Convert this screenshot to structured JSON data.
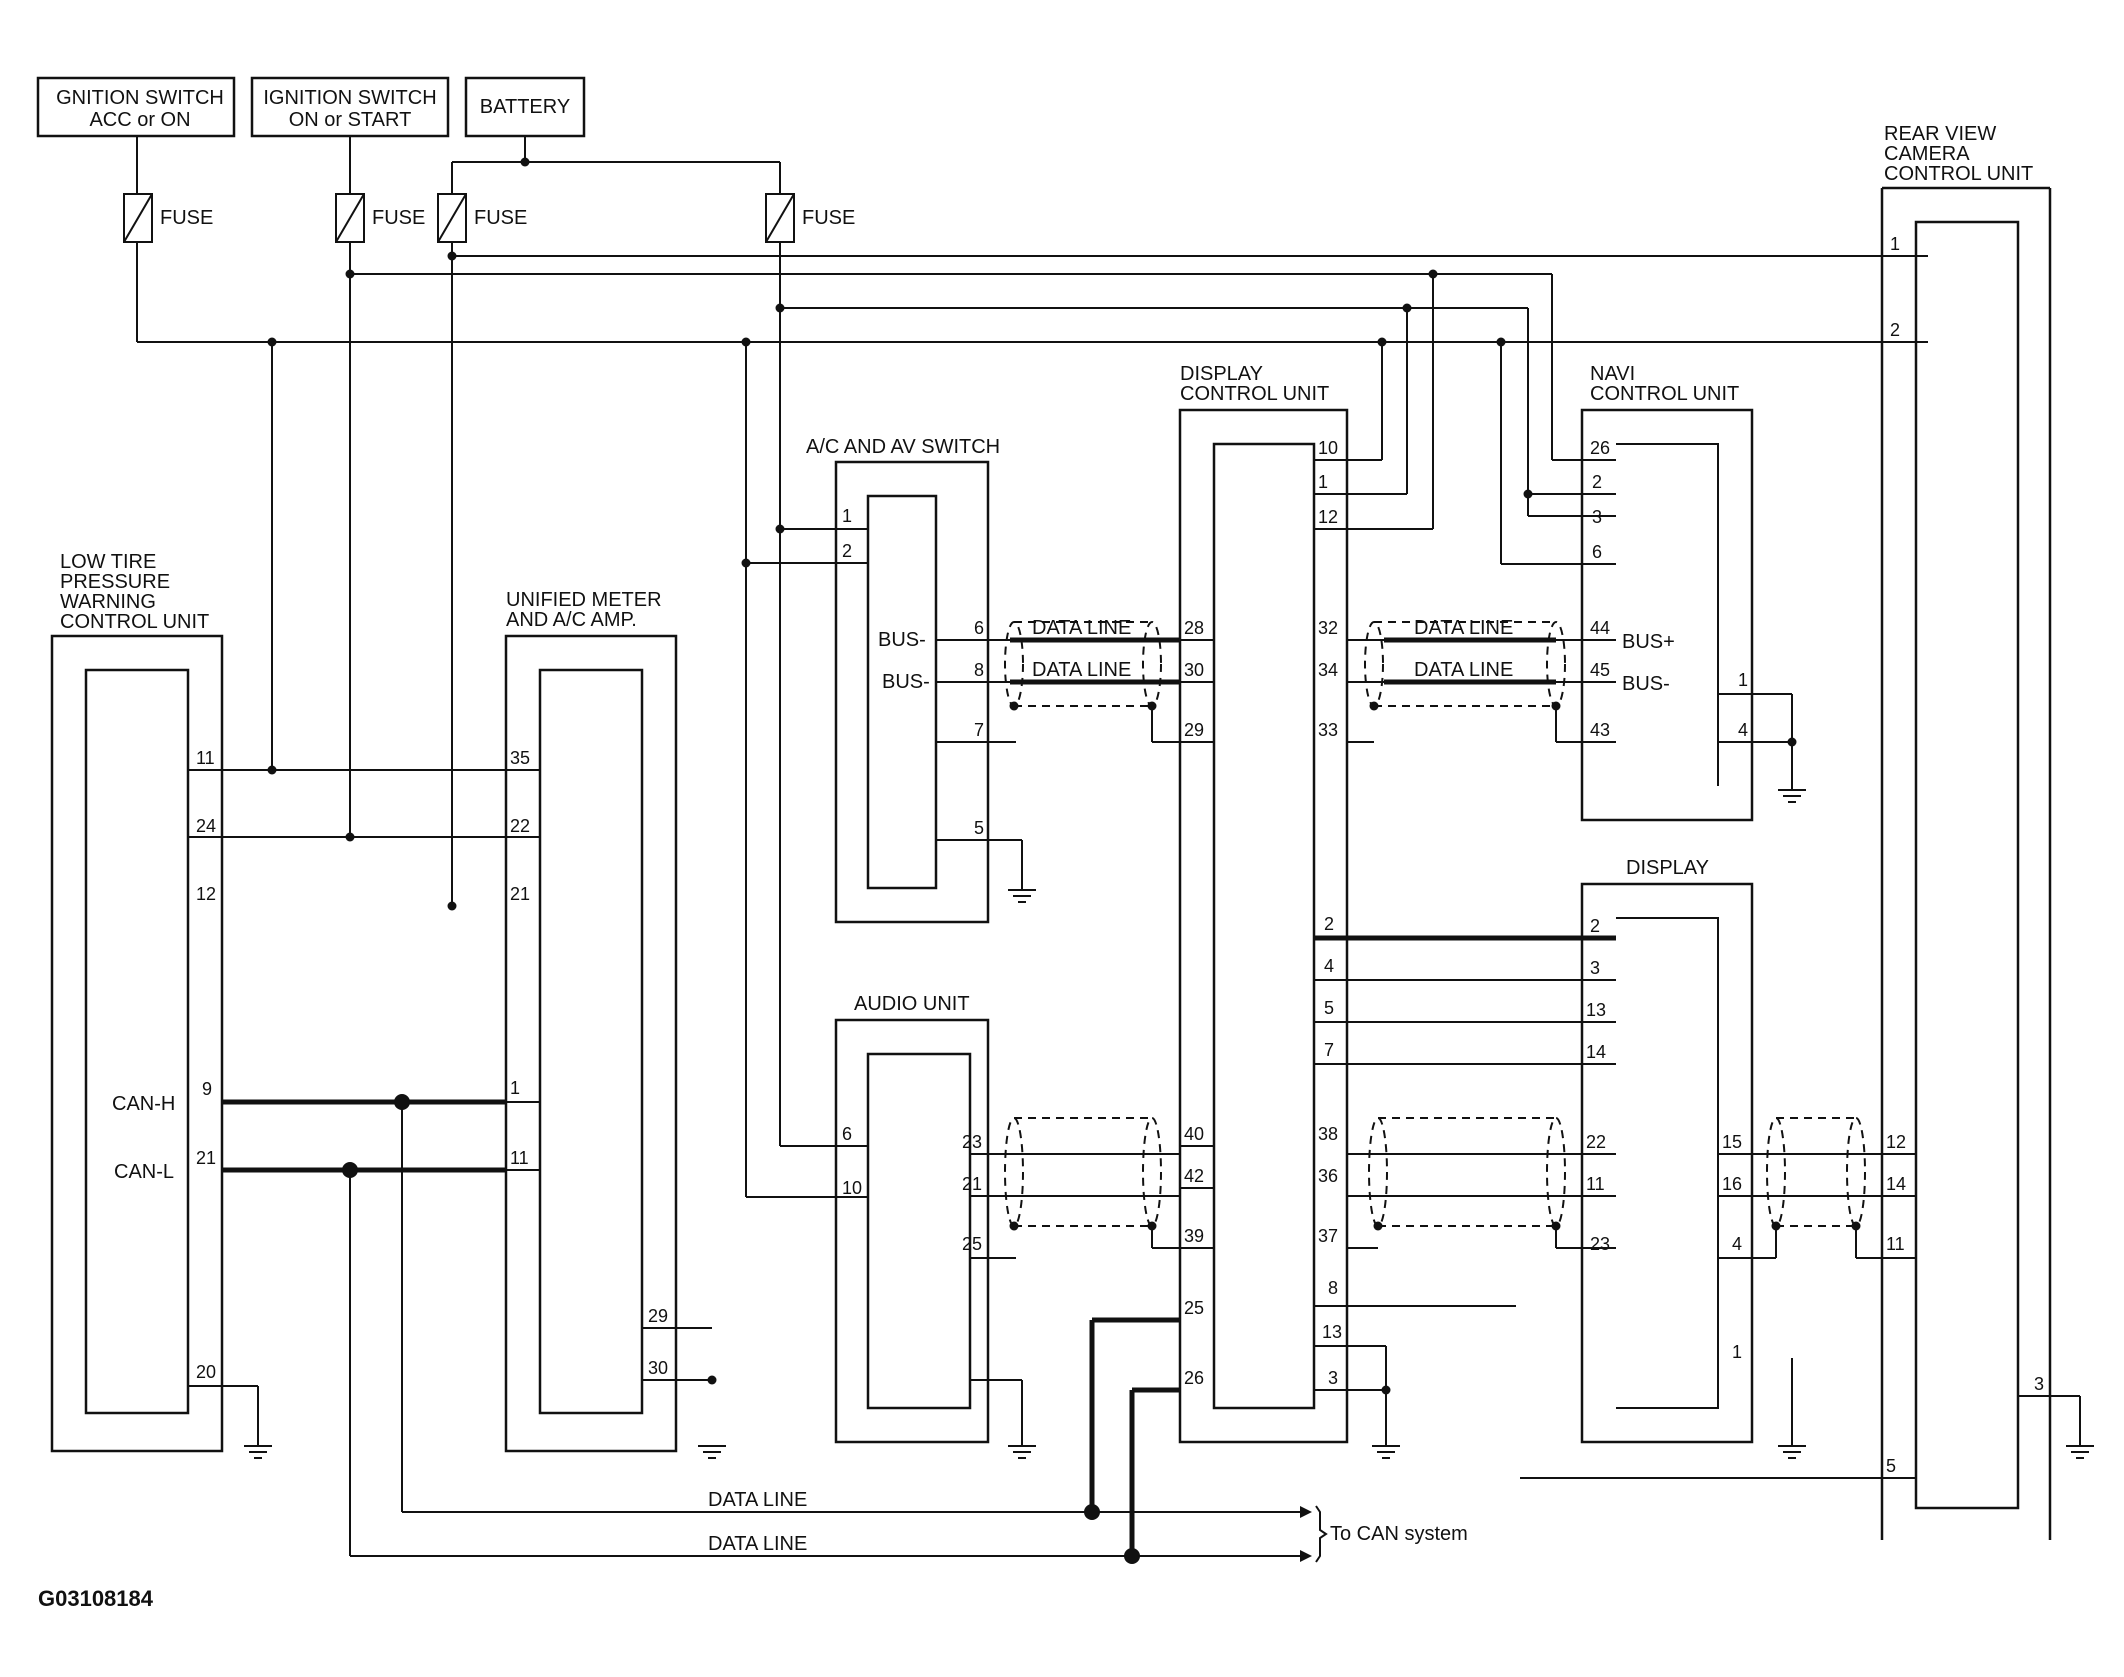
{
  "sources": {
    "ign_acc": [
      "GNITION SWITCH",
      "ACC or ON"
    ],
    "ign_on": [
      "IGNITION SWITCH",
      "ON or START"
    ],
    "battery": "BATTERY",
    "fuse": "FUSE"
  },
  "units": {
    "rear_cam": [
      "REAR VIEW",
      "CAMERA",
      "CONTROL UNIT"
    ],
    "low_tire": [
      "LOW TIRE",
      "PRESSURE",
      "WARNING",
      "CONTROL UNIT"
    ],
    "meter": [
      "UNIFIED METER",
      "AND A/C AMP."
    ],
    "av_switch": "A/C AND AV SWITCH",
    "display_ctrl": [
      "DISPLAY",
      "CONTROL UNIT"
    ],
    "navi": [
      "NAVI",
      "CONTROL UNIT"
    ],
    "audio": "AUDIO UNIT",
    "display": "DISPLAY"
  },
  "signals": {
    "data_line": "DATA LINE",
    "bus_plus": "BUS+",
    "bus_minus": "BUS-",
    "can_h": "CAN-H",
    "can_l": "CAN-L",
    "to_can": "To CAN system"
  },
  "pins": {
    "rear_cam": [
      "1",
      "2",
      "12",
      "14",
      "11",
      "5",
      "3"
    ],
    "low_tire": [
      "11",
      "24",
      "12",
      "9",
      "21",
      "20"
    ],
    "meter": [
      "35",
      "22",
      "21",
      "1",
      "11",
      "29",
      "30"
    ],
    "av_switch": [
      "1",
      "2",
      "6",
      "8",
      "7",
      "5"
    ],
    "display_ctrl_left": [
      "28",
      "30",
      "29",
      "40",
      "42",
      "39",
      "25",
      "26"
    ],
    "display_ctrl_right": [
      "10",
      "1",
      "12",
      "32",
      "34",
      "33",
      "2",
      "4",
      "5",
      "7",
      "38",
      "36",
      "37",
      "8",
      "13",
      "3"
    ],
    "navi": [
      "26",
      "2",
      "3",
      "6",
      "44",
      "45",
      "43",
      "1",
      "4"
    ],
    "audio": [
      "6",
      "10",
      "23",
      "21",
      "25"
    ],
    "display_left": [
      "2",
      "3",
      "13",
      "14",
      "22",
      "11",
      "23"
    ],
    "display_right": [
      "15",
      "16",
      "4",
      "1"
    ]
  },
  "figure_code": "G03108184"
}
